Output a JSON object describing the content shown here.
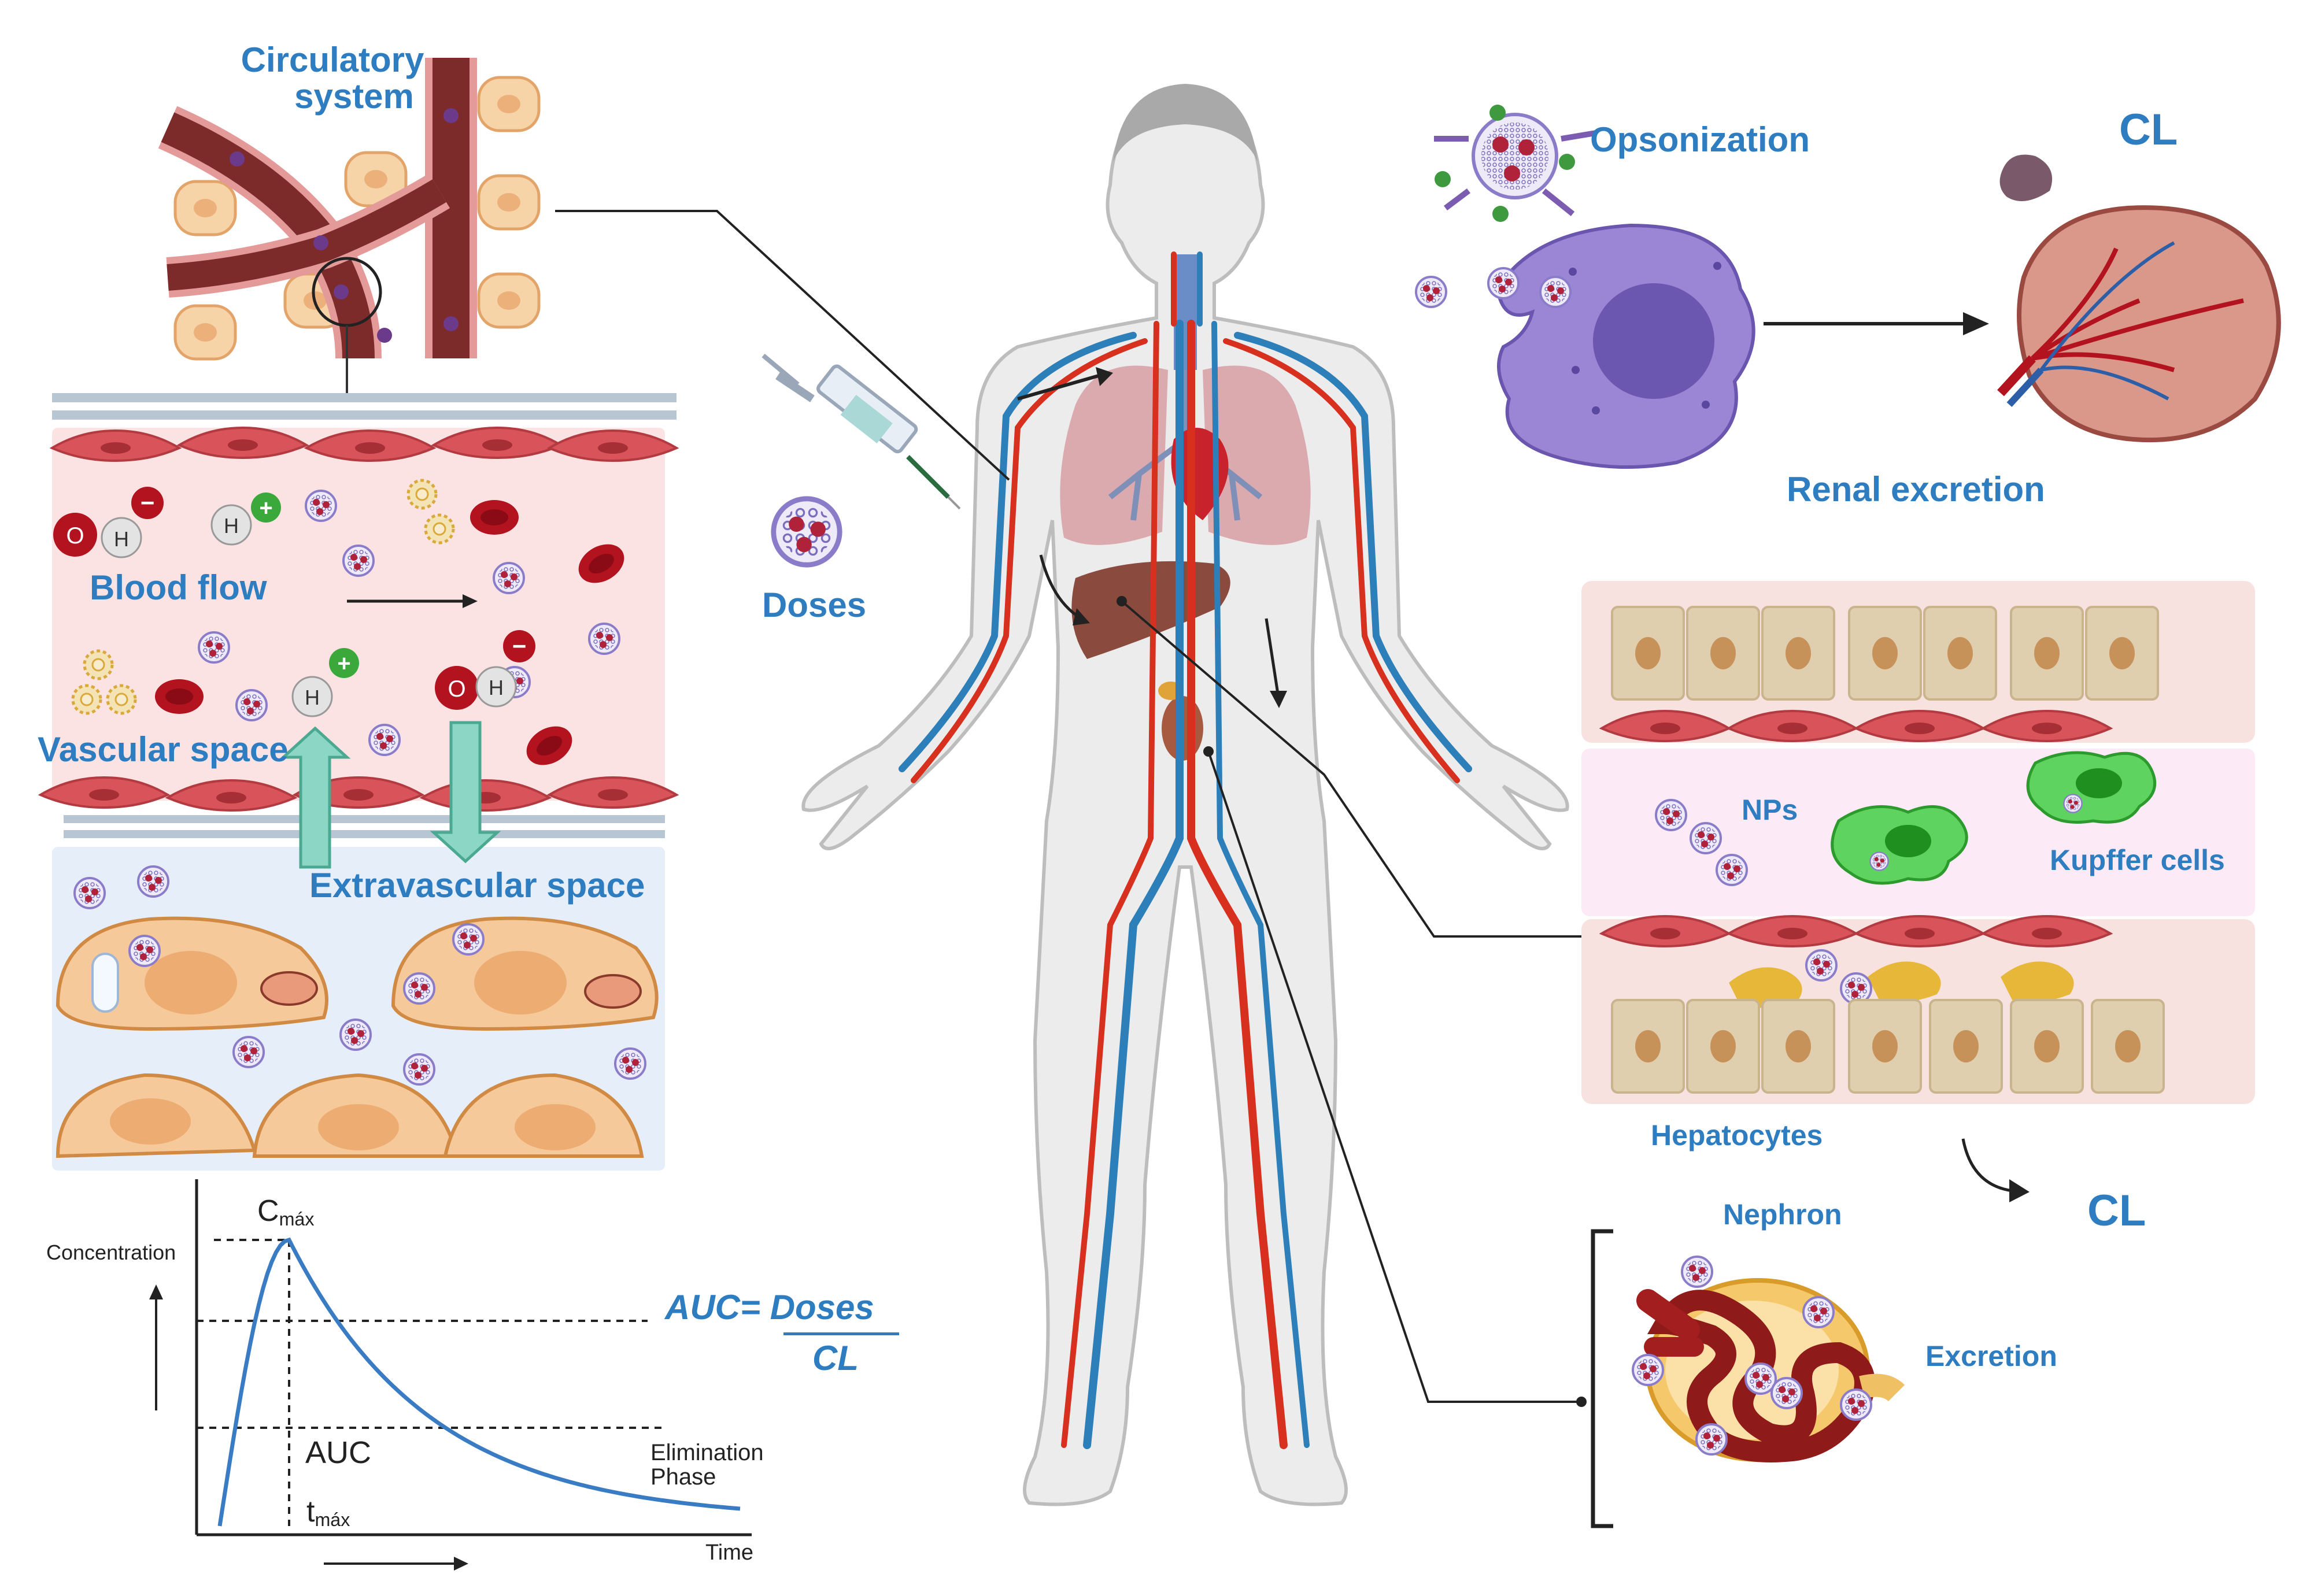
{
  "labels": {
    "circulatory_line1": "Circulatory",
    "circulatory_line2": "system",
    "blood_flow": "Blood flow",
    "vascular_space": "Vascular space",
    "extravascular_space": "Extravascular space",
    "doses": "Doses",
    "opsonization": "Opsonization",
    "cl_top": "CL",
    "renal_excretion": "Renal excretion",
    "nps": "NPs",
    "kupffer_cells": "Kupffer cells",
    "hepatocytes": "Hepatocytes",
    "cl_liver": "CL",
    "nephron": "Nephron",
    "excretion": "Excretion"
  },
  "molecules": {
    "oxygen": "O",
    "hydrogen": "H",
    "plus": "+",
    "minus": "−"
  },
  "pk_chart": {
    "y_axis_label": "Concentration",
    "x_axis_label": "Time",
    "cmax_main": "C",
    "cmax_sub": "máx",
    "tmax_main": "t",
    "tmax_sub": "máx",
    "auc_label": "AUC",
    "elimination_line1": "Elimination",
    "elimination_line2": "Phase",
    "formula_lhs": "AUC= Doses",
    "formula_denominator": "CL"
  },
  "colors": {
    "label_blue": "#2f7dc1",
    "vein_blue": "#2c7fb8",
    "artery_red": "#d7301f",
    "vessel_wall": "#8b3a3a",
    "endothelium": "#e07b7b",
    "plasma_pink": "#fbe3e3",
    "tissue_blue": "#e6eef9",
    "cell_peach": "#f6c99a",
    "macrophage_purple": "#9b86d6",
    "kupffer_green": "#5fd35f",
    "hepatocyte_tan": "#e0cfae",
    "stellate_yellow": "#e7b73a",
    "curve_blue": "#3a7cc4"
  }
}
